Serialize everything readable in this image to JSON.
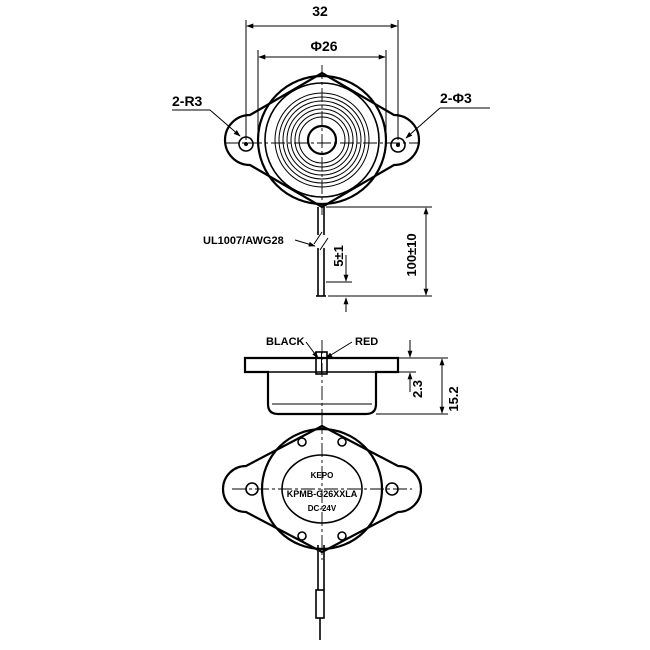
{
  "dimensions": {
    "overall_width": "32",
    "body_diameter": "Φ26",
    "mount_radius": "2-R3",
    "mount_holes": "2-Φ3",
    "lead_length": "100±10",
    "strip_length": "5±1",
    "height": "15.2",
    "flange_thickness": "2.3"
  },
  "wire": {
    "spec": "UL1007/AWG28",
    "black": "BLACK",
    "red": "RED"
  },
  "label": {
    "brand": "KEPO",
    "model": "KPMB-G26XXLA",
    "voltage": "DC-24V"
  }
}
